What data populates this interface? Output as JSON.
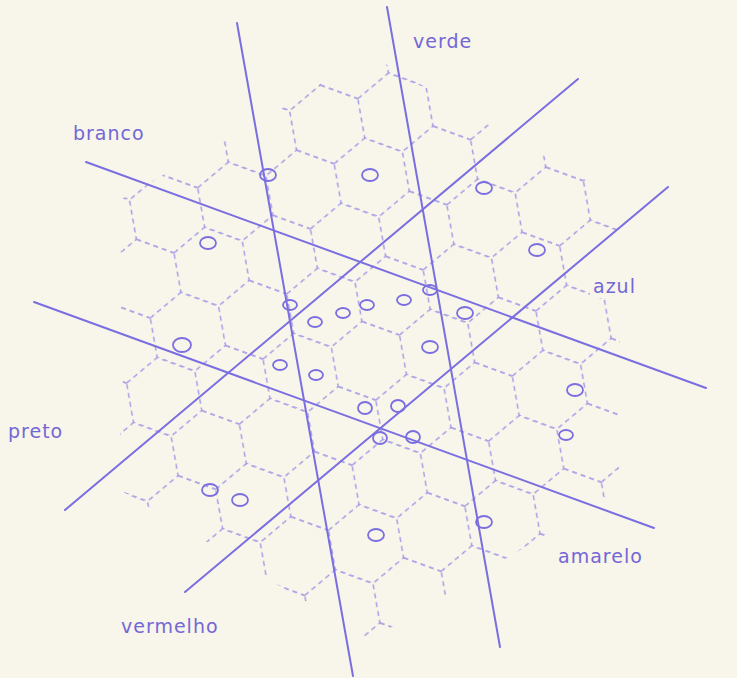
{
  "diagram": {
    "labels": [
      "verde",
      "branco",
      "azul",
      "preto",
      "amarelo",
      "vermelho"
    ]
  }
}
